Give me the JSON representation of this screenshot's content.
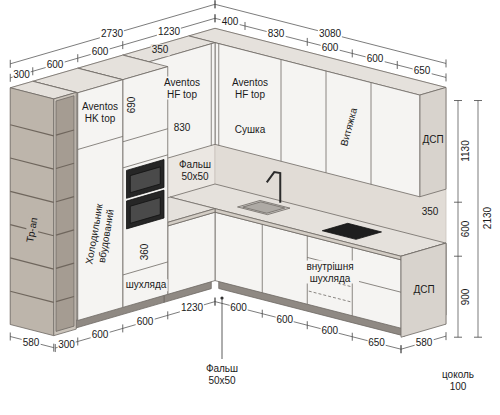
{
  "diagram": {
    "labels": [
      "2730",
      "3080",
      "300",
      "600",
      "600",
      "1230",
      "400",
      "830",
      "600",
      "600",
      "650",
      "350",
      "Aventos HK top",
      "Aventos HF top",
      "Aventos HF top",
      "690",
      "830",
      "Сушка",
      "Фальш 50x50",
      "Витяжка",
      "ДСП",
      "1130",
      "Холодильник вбудований",
      "350",
      "600",
      "2130",
      "Тр-ап",
      "360",
      "шухляда",
      "внутрішня шухляда",
      "ДСП",
      "900",
      "1230",
      "600",
      "600",
      "600",
      "600",
      "600",
      "580",
      "300",
      "650",
      "580",
      "Фальш 50x50",
      "цоколь 100"
    ]
  }
}
